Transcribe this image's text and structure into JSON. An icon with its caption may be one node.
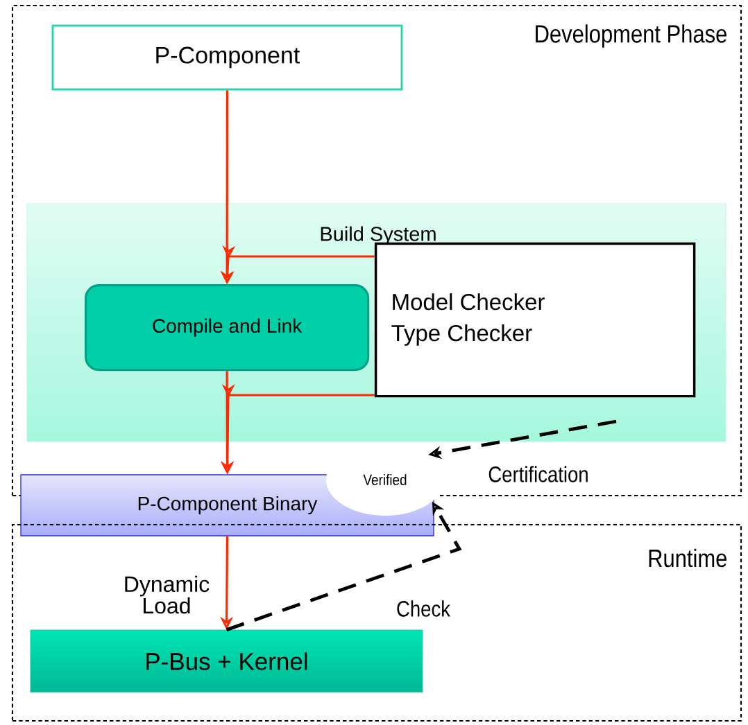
{
  "diagram": {
    "nodes": [
      {
        "text": [
          "Development Phase"
        ]
      },
      {
        "text": [
          "P-Component"
        ],
        "in": 0
      },
      {
        "text": [
          "Build System"
        ],
        "in": 0
      },
      {
        "text": [
          "Compile and Link"
        ],
        "in": 2
      },
      {
        "text": [
          "Model Checker",
          "Type Checker"
        ],
        "in": 2
      },
      {
        "text": [
          "P-Component Binary"
        ]
      },
      {
        "text": [
          "Verified"
        ]
      },
      {
        "text": [
          "Runtime"
        ]
      },
      {
        "text": [
          "P-Bus + Kernel"
        ],
        "in": 7
      }
    ],
    "edges": [
      {
        "from": 1,
        "to": 3,
        "arrow": "to"
      },
      {
        "from": 4,
        "to": 3,
        "arrow": "to"
      },
      {
        "from": 4,
        "to": 5,
        "arrow": "to"
      },
      {
        "from": 3,
        "to": 5,
        "arrow": "to"
      },
      {
        "from": 5,
        "to": 8,
        "arrow": "to",
        "label": "Dynamic Load"
      },
      {
        "from": null,
        "to": 6,
        "arrow": "to",
        "label": "Certification",
        "style": "dashed",
        "color": "#000000"
      },
      {
        "from": 8,
        "to": 6,
        "arrow": "to",
        "label": "Check",
        "style": "dashed",
        "color": "#000000"
      }
    ]
  }
}
